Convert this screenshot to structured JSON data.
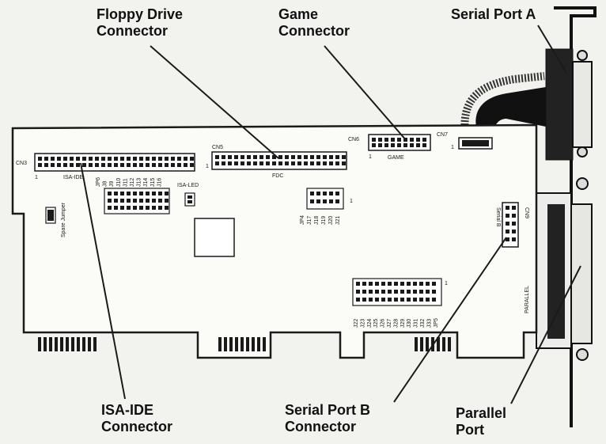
{
  "callouts": {
    "floppy": [
      "Floppy Drive",
      "Connector"
    ],
    "game": [
      "Game",
      "Connector"
    ],
    "serial_a": [
      "Serial Port A"
    ],
    "isa_ide": [
      "ISA-IDE",
      "Connector"
    ],
    "serial_b": [
      "Serial Port B",
      "Connector"
    ],
    "parallel": [
      "Parallel",
      "Port"
    ]
  },
  "board_labels": {
    "cn3": "CN3",
    "cn5": "CN5",
    "cn6": "CN6",
    "cn7": "CN7",
    "cn9": "CN9",
    "isa_ide": "ISA-IDE",
    "fdc": "FDC",
    "game": "GAME",
    "isa_led": "ISA-LED",
    "serial_b": "Serial B",
    "parallel": "PARALLEL",
    "spare_jumper": "Spare Jumper",
    "pin1_cn3": "1",
    "pin1_cn5": "1",
    "pin1_cn6": "1",
    "pin1_cn7": "1",
    "pin1_right": "1",
    "pin1_low": "1",
    "jumpers_a": [
      "JP6",
      "J8",
      "J9",
      "J10",
      "J11",
      "J12",
      "J13",
      "J14",
      "J15",
      "J16"
    ],
    "jumpers_b": [
      "JP4",
      "J17",
      "J18",
      "J19",
      "J20",
      "J21"
    ],
    "jumpers_c": [
      "J22",
      "J23",
      "J24",
      "J25",
      "J26",
      "J27",
      "J28",
      "J29",
      "J30",
      "J31",
      "J32",
      "J33",
      "JP5"
    ]
  },
  "colors": {
    "ink": "#1a1a1a",
    "board": "#fbfbf8",
    "background": "#f2f2ef",
    "bracket": "#111111"
  }
}
